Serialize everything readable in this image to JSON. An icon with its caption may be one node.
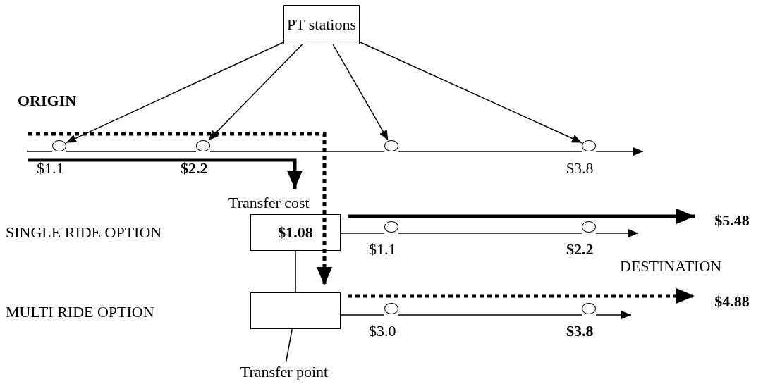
{
  "diagram": {
    "nodes": [
      {
        "text": [
          "PT stations"
        ]
      },
      {
        "text": [],
        "shape": "circle",
        "beside": [
          "$1.1"
        ]
      },
      {
        "text": [],
        "shape": "circle",
        "beside": [
          "$2.2"
        ]
      },
      {
        "text": [],
        "shape": "circle"
      },
      {
        "text": [],
        "shape": "circle",
        "beside": [
          "$3.8"
        ]
      },
      {
        "text": [
          "$1.08"
        ],
        "beside": [
          "Transfer cost"
        ]
      },
      {
        "text": [],
        "shape": "box"
      },
      {
        "text": [],
        "shape": "circle",
        "beside": [
          "$1.1"
        ]
      },
      {
        "text": [],
        "shape": "circle",
        "beside": [
          "$2.2"
        ]
      },
      {
        "text": [],
        "shape": "circle",
        "beside": [
          "$3.0"
        ]
      },
      {
        "text": [],
        "shape": "circle",
        "beside": [
          "$3.8"
        ]
      },
      {
        "text": [
          "Transfer point"
        ]
      },
      {
        "text": [
          "$5.48"
        ]
      },
      {
        "text": [
          "$4.88"
        ]
      }
    ],
    "edges": [
      {
        "from": 0,
        "to": 1,
        "arrow": "to"
      },
      {
        "from": 0,
        "to": 2,
        "arrow": "to"
      },
      {
        "from": 0,
        "to": 3,
        "arrow": "to"
      },
      {
        "from": 0,
        "to": 4,
        "arrow": "to"
      },
      {
        "from": null,
        "to": 1,
        "arrow": "none"
      },
      {
        "from": 1,
        "to": 2,
        "arrow": "none"
      },
      {
        "from": 2,
        "to": 3,
        "arrow": "none"
      },
      {
        "from": 3,
        "to": 4,
        "arrow": "none"
      },
      {
        "from": 4,
        "to": null,
        "arrow": "to"
      },
      {
        "from": 5,
        "to": 7,
        "arrow": "none"
      },
      {
        "from": 7,
        "to": 8,
        "arrow": "none"
      },
      {
        "from": 8,
        "to": null,
        "arrow": "to"
      },
      {
        "from": 6,
        "to": 9,
        "arrow": "none"
      },
      {
        "from": 9,
        "to": 10,
        "arrow": "none"
      },
      {
        "from": 10,
        "to": null,
        "arrow": "to"
      },
      {
        "from": 5,
        "to": 6,
        "arrow": "none"
      },
      {
        "from": 6,
        "to": 11,
        "arrow": "none"
      },
      {
        "from": null,
        "to": 5,
        "arrow": "to",
        "style": "thick"
      },
      {
        "from": null,
        "to": 6,
        "arrow": "to",
        "style": "dashed"
      },
      {
        "from": 5,
        "to": 12,
        "arrow": "to",
        "style": "thick"
      },
      {
        "from": 6,
        "to": 13,
        "arrow": "to",
        "style": "dashed"
      }
    ],
    "labels": [
      "ORIGIN",
      "SINGLE RIDE OPTION",
      "MULTI RIDE OPTION",
      "DESTINATION"
    ]
  }
}
